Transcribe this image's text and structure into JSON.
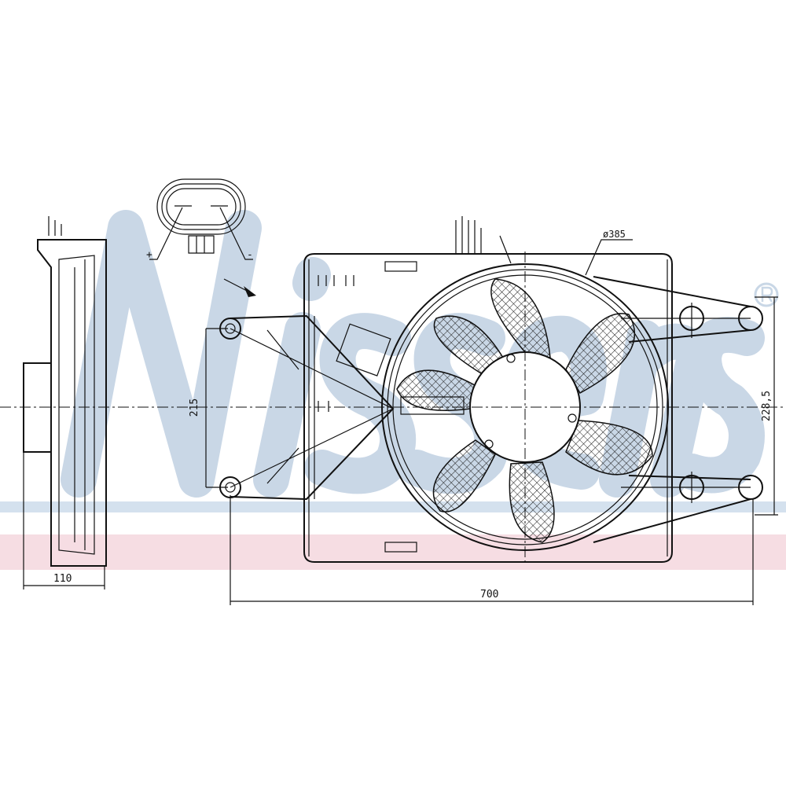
{
  "watermark": {
    "brand": "Nissens",
    "registered_mark": "®"
  },
  "connector": {
    "plus_label": "+",
    "minus_label": "-"
  },
  "dimensions": {
    "fan_diameter": "ø385",
    "mount_height_left": "215",
    "mount_height_right": "228,5",
    "overall_width": "700",
    "depth": "110"
  },
  "colors": {
    "watermark_blue": "#c9d7e6",
    "band_blue": "#d4e1ee",
    "band_pink": "#f6dde3"
  }
}
